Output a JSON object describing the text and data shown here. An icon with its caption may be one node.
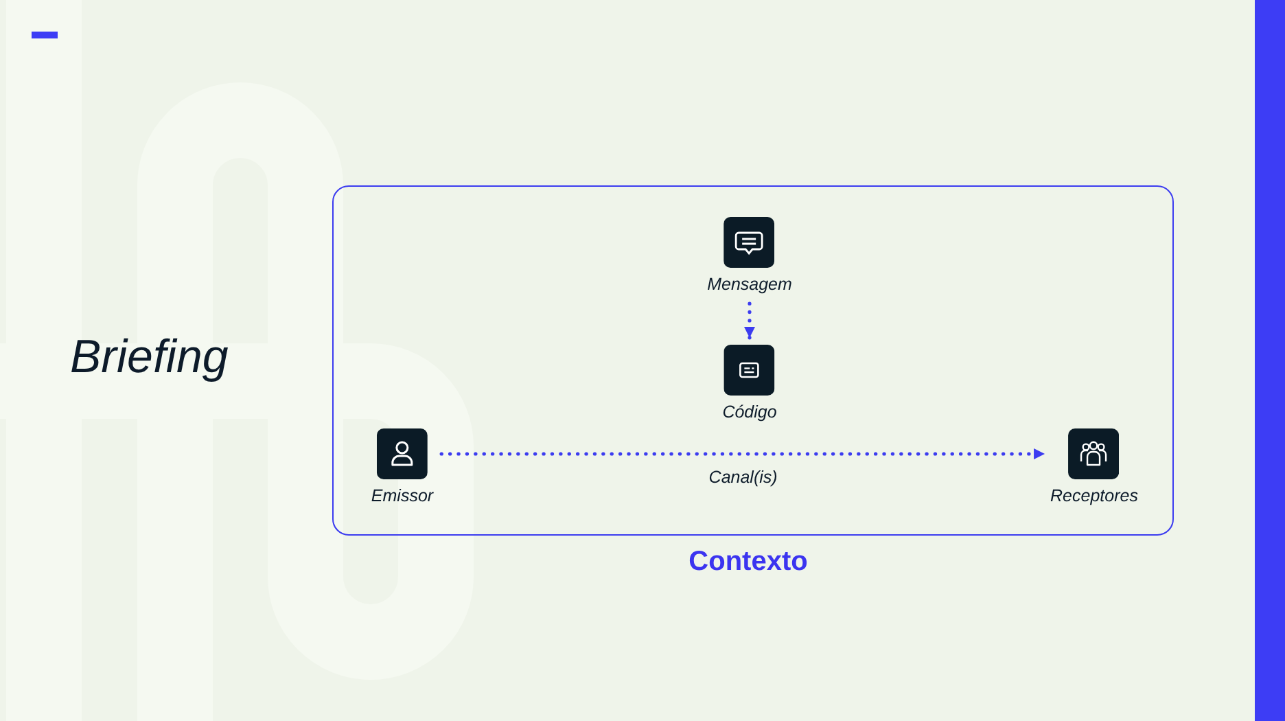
{
  "diagram": {
    "title": "Briefing",
    "nodes": [
      {
        "text": [
          "Contexto"
        ]
      },
      {
        "text": [
          "Mensagem"
        ],
        "in": 0
      },
      {
        "text": [
          "Código"
        ],
        "in": 0
      },
      {
        "text": [
          "Emissor"
        ],
        "in": 0
      },
      {
        "text": [
          "Receptores"
        ],
        "in": 0
      }
    ],
    "edges": [
      {
        "from": 1,
        "to": 2,
        "arrow": "to",
        "style": "dashed"
      },
      {
        "from": 3,
        "to": 4,
        "arrow": "to",
        "style": "dashed",
        "label": "Canal(is)"
      }
    ]
  }
}
